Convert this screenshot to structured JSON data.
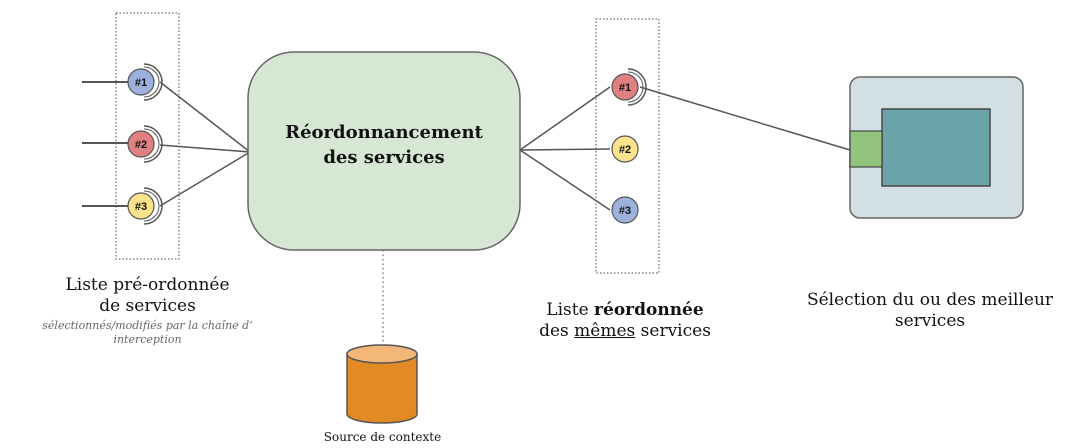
{
  "colors": {
    "blue_node": "#9cb2dd",
    "red_node": "#e08080",
    "yellow_node": "#ffe38a",
    "center_box": "#d6e8d3",
    "db_top": "#f3b879",
    "db_body": "#e28a24",
    "device_outer": "#d2e0e3",
    "device_screen": "#6aa4a8",
    "device_tab": "#93c47d"
  },
  "left_list": {
    "items": [
      {
        "label": "#1",
        "color": "blue"
      },
      {
        "label": "#2",
        "color": "red"
      },
      {
        "label": "#3",
        "color": "yellow"
      }
    ],
    "caption_line1": "Liste pré-ordonnée",
    "caption_line2": "de services",
    "subcaption_line1": "sélectionnés/modifiés par la chaîne d’",
    "subcaption_line2": "interception"
  },
  "center_box": {
    "title_line1": "Réordonnancement",
    "title_line2": "des services"
  },
  "right_list": {
    "items": [
      {
        "label": "#1",
        "color": "red"
      },
      {
        "label": "#2",
        "color": "yellow"
      },
      {
        "label": "#3",
        "color": "blue"
      }
    ],
    "caption_prefix": "Liste ",
    "caption_bold": "réordonnée",
    "caption_line2_prefix": "des ",
    "caption_line2_underline": "mêmes",
    "caption_line2_suffix": " services"
  },
  "database": {
    "caption": "Source de contexte"
  },
  "selection": {
    "caption_line1": "Sélection du ou des meilleur",
    "caption_line2": "services"
  }
}
